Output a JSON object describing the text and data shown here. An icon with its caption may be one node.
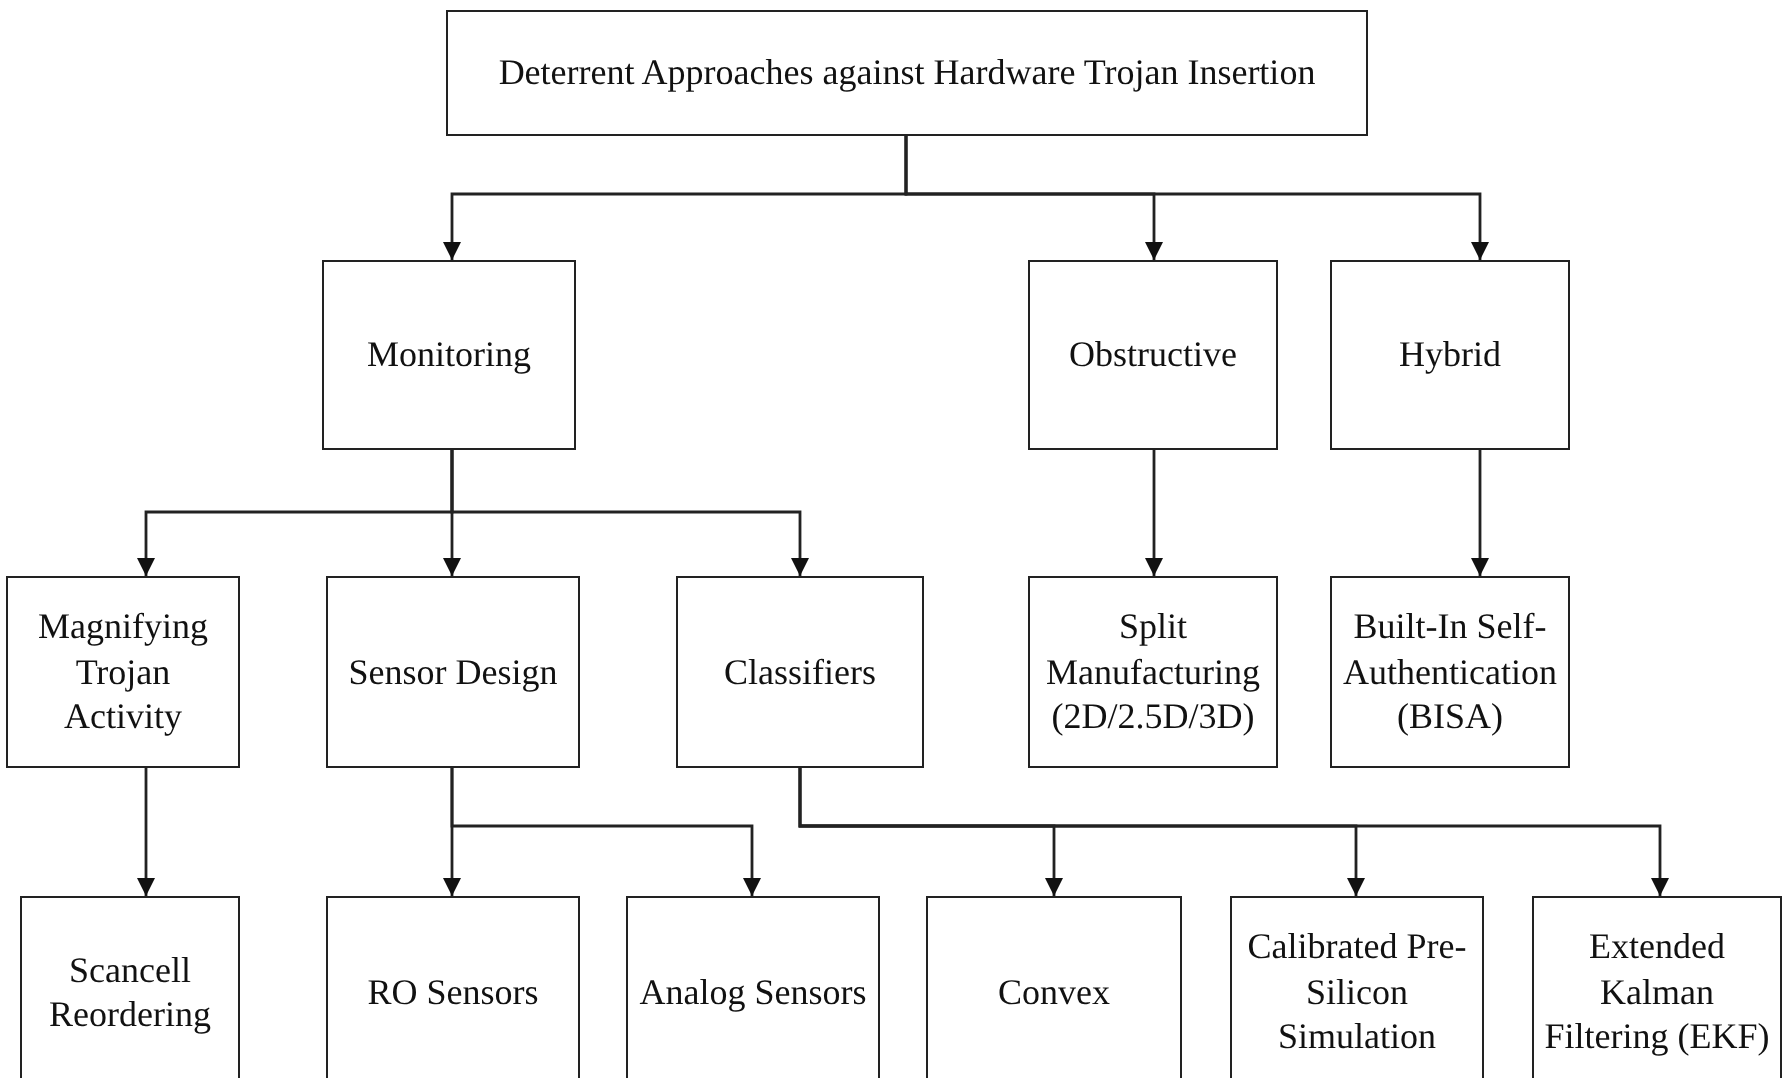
{
  "diagram": {
    "nodes": [
      {
        "text": [
          "Deterrent Approaches against Hardware Trojan Insertion"
        ]
      },
      {
        "text": [
          "Monitoring"
        ]
      },
      {
        "text": [
          "Obstructive"
        ]
      },
      {
        "text": [
          "Hybrid"
        ]
      },
      {
        "text": [
          "Magnifying Trojan Activity"
        ]
      },
      {
        "text": [
          "Sensor Design"
        ]
      },
      {
        "text": [
          "Classifiers"
        ]
      },
      {
        "text": [
          "Split Manufacturing (2D/2.5D/3D)"
        ]
      },
      {
        "text": [
          "Built-In Self-Authentication (BISA)"
        ]
      },
      {
        "text": [
          "Scancell Reordering"
        ]
      },
      {
        "text": [
          "RO Sensors"
        ]
      },
      {
        "text": [
          "Analog Sensors"
        ]
      },
      {
        "text": [
          "Convex"
        ]
      },
      {
        "text": [
          "Calibrated Pre-Silicon Simulation"
        ]
      },
      {
        "text": [
          "Extended Kalman Filtering (EKF)"
        ]
      }
    ],
    "edges": [
      {
        "from": 0,
        "to": 1,
        "arrow": "to"
      },
      {
        "from": 0,
        "to": 2,
        "arrow": "to"
      },
      {
        "from": 0,
        "to": 3,
        "arrow": "to"
      },
      {
        "from": 1,
        "to": 4,
        "arrow": "to"
      },
      {
        "from": 1,
        "to": 5,
        "arrow": "to"
      },
      {
        "from": 1,
        "to": 6,
        "arrow": "to"
      },
      {
        "from": 2,
        "to": 7,
        "arrow": "to"
      },
      {
        "from": 3,
        "to": 8,
        "arrow": "to"
      },
      {
        "from": 4,
        "to": 9,
        "arrow": "to"
      },
      {
        "from": 5,
        "to": 10,
        "arrow": "to"
      },
      {
        "from": 5,
        "to": 11,
        "arrow": "to"
      },
      {
        "from": 6,
        "to": 12,
        "arrow": "to"
      },
      {
        "from": 6,
        "to": 13,
        "arrow": "to"
      },
      {
        "from": 6,
        "to": 14,
        "arrow": "to"
      }
    ]
  }
}
